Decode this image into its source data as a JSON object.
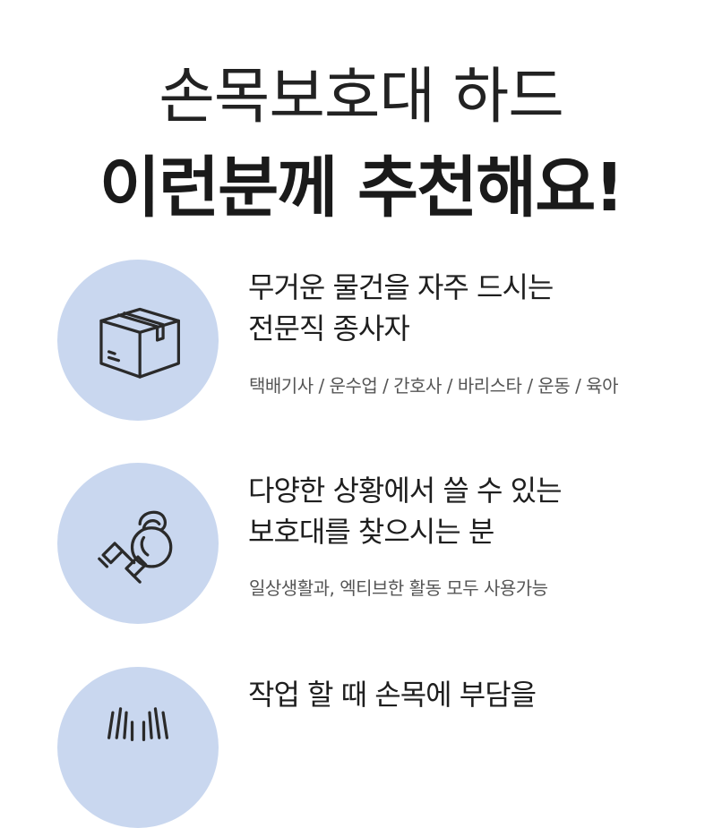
{
  "header": {
    "title_line1": "손목보호대 하드",
    "title_line2": "이런분께 추천해요!"
  },
  "items": [
    {
      "icon": "package-box-icon",
      "heading_line1": "무거운 물건을 자주 드시는",
      "heading_line2": "전문직 종사자",
      "subtext": "택배기사 / 운수업 / 간호사 / 바리스타 / 운동 / 육아"
    },
    {
      "icon": "dumbbell-kettlebell-icon",
      "heading_line1": "다양한 상황에서 쓸 수 있는",
      "heading_line2": "보호대를 찾으시는 분",
      "subtext": "일상생활과, 엑티브한 활동 모두 사용가능"
    },
    {
      "icon": "hands-icon",
      "heading_line1": "작업 할 때 손목에 부담을"
    }
  ],
  "colors": {
    "circle_bg": "#c9d7ef",
    "icon_stroke": "#2a2a2a"
  }
}
